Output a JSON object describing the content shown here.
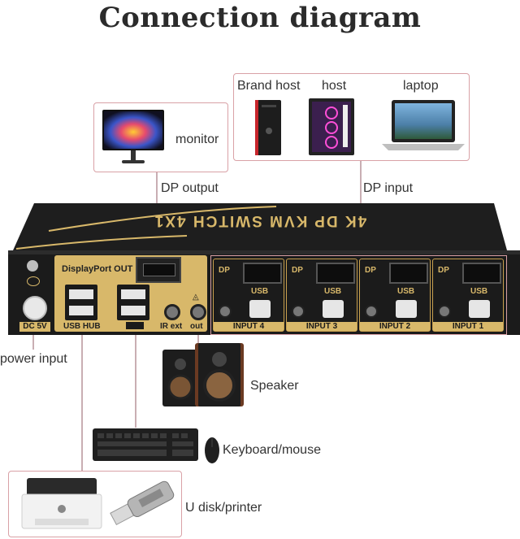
{
  "title": "Connection diagram",
  "hosts": {
    "brand_host": "Brand host",
    "host": "host",
    "laptop": "laptop"
  },
  "monitor_label": "monitor",
  "dp_output_label": "DP output",
  "dp_input_label": "DP input",
  "device": {
    "title": "4K DP KVM SWITCH 4X1",
    "displayport_out": "DisplayPort OUT",
    "dc_label": "DC 5V",
    "usb_hub_label": "USB HUB",
    "ir_ext_label": "IR ext",
    "out_label": "out",
    "port_dp": "DP",
    "port_usb": "USB",
    "inputs": [
      "INPUT 4",
      "INPUT 3",
      "INPUT 2",
      "INPUT 1"
    ]
  },
  "power_input_label": "power input",
  "speaker_label": "Speaker",
  "keyboard_mouse_label": "Keyboard/mouse",
  "udisk_printer_label": "U disk/printer",
  "colors": {
    "gold": "#d8b86a",
    "device_body": "#1f1f1f",
    "frame": "#d9a1a6"
  }
}
